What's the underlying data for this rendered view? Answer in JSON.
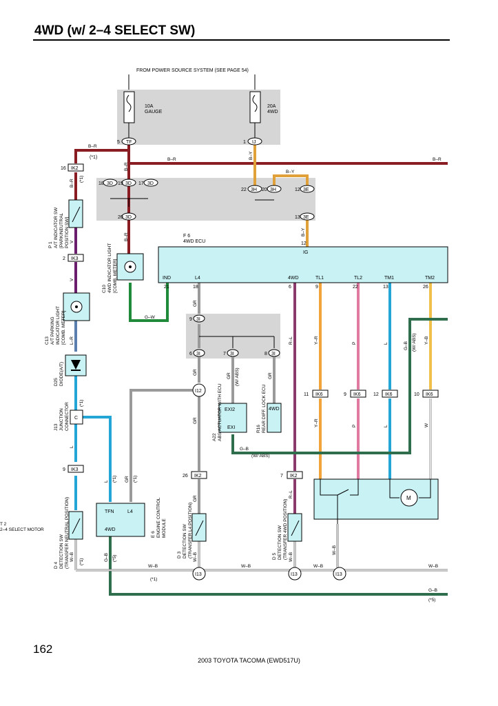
{
  "header": {
    "title": "4WD (w/ 2–4 SELECT SW)"
  },
  "footer": {
    "page_number": "162",
    "document": "2003 TOYOTA TACOMA (EWD517U)"
  },
  "power_source": "FROM POWER SOURCE SYSTEM (SEE PAGE 54)",
  "fuses": [
    {
      "line1": "10A",
      "line2": "GAUGE"
    },
    {
      "line1": "20A",
      "line2": "4WD"
    }
  ],
  "connectors": {
    "c5tf": "5",
    "tf": "TF",
    "c1ij": "1",
    "ij": "IJ",
    "ik2a": "IK2",
    "ik2a_pin": "16",
    "star1": "(*1)",
    "c18": "18",
    "c19": "19",
    "c17": "17",
    "sd": "3D",
    "c20": "20",
    "c22": "22",
    "c20b": "20",
    "c12": "12",
    "c13": "13",
    "sh": "3H",
    "se": "3E",
    "ik3a": "IK3",
    "ik3a_pin": "2",
    "c9": "9",
    "c6": "6",
    "c7": "7",
    "c8": "8",
    "si": "3I",
    "i12": "I12",
    "ik2b": "IK2",
    "ik2b_pin": "26",
    "ik2c": "IK2",
    "ik2c_pin": "7",
    "ik3b": "IK3",
    "ik3b_pin": "9",
    "ik6a": "IK6",
    "ik6a_pin": "11",
    "ik6b": "IK6",
    "ik6b_pin": "9",
    "ik6c": "IK6",
    "ik6c_pin": "12",
    "ik6d": "IK6",
    "ik6d_pin": "10",
    "i13": "I13"
  },
  "ecu": {
    "name": "F 6",
    "label": "4WD ECU",
    "ig": "IG",
    "ig_pin": "12",
    "terminals": [
      {
        "name": "IND",
        "pin": "21"
      },
      {
        "name": "L4",
        "pin": "18"
      },
      {
        "name": "4WD",
        "pin": "6"
      },
      {
        "name": "TL1",
        "pin": "9"
      },
      {
        "name": "TL2",
        "pin": "22"
      },
      {
        "name": "TM1",
        "pin": "13"
      },
      {
        "name": "TM2",
        "pin": "26"
      }
    ]
  },
  "components": {
    "p1": "P 1\nA/T INDICATOR SW\n[PARK/NEUTRAL\nPOSITION SW]",
    "c10": "C10\n4WD INDICATOR LIGHT\n[COMB. METER]",
    "c13": "C13\nA/T PARKING\nINDICATOR LIGHT\n[COMB. METER]",
    "d25": "D25\nDIODE(A/T)",
    "j13": "J13\nJUNCTION\nCONNECTOR",
    "a22": "A22\nABS ACTUATOR WITH ECU",
    "r16": "R16\nREAR DIFF. LOCK ECU",
    "e6": "E 6\nENGINE CONTROL\nMODULE",
    "d4": "D 4\nDETECTION SW\n(TRANSFER NEUTRAL POSITION)",
    "d3": "D 3\nDETECTION SW\n(TRANSFER L4 POSITION)",
    "d5": "D 5\nDETECTION SW\n(TRANSFER 4WD POSITION)",
    "t2": "T 2\n2–4 SELECT MOTOR"
  },
  "inner_labels": {
    "exi2": "EXI2",
    "exi": "EXI",
    "wd4": "4WD",
    "tfn": "TFN",
    "l4": "L4",
    "wd4b": "4WD",
    "motor": "M",
    "c": "C"
  },
  "wire_labels": {
    "br": "B–R",
    "by": "B–Y",
    "v": "V",
    "lr": "L–R",
    "l": "L",
    "gw": "G–W",
    "gr": "GR",
    "rl": "R–L",
    "yr": "Y–R",
    "p": "P",
    "gb": "G–B",
    "yb": "Y–B",
    "w": "W",
    "wb": "W–B",
    "wabs": "(W/ ABS)",
    "star1": "(*1)",
    "star5": "(*5)"
  },
  "colors": {
    "br": "#8a1c24",
    "by": "#e0a13a",
    "v": "#6b1e6b",
    "l": "#23a6d6",
    "gw": "#1f8a3a",
    "gr": "#9a9a9a",
    "rl": "#8a3b6b",
    "yr": "#f2a33a",
    "p": "#e07aa0",
    "gb": "#2e6e4c",
    "yb": "#f0c04a",
    "w": "#ffffff",
    "ecu_fill": "#c9f2f5",
    "shade": "#d6d6d6"
  }
}
